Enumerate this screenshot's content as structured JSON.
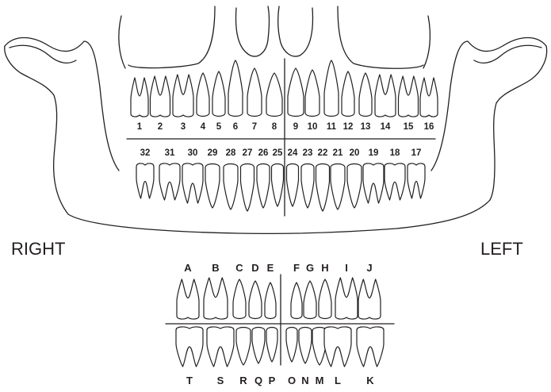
{
  "side_labels": {
    "right": "RIGHT",
    "left": "LEFT"
  },
  "permanent": {
    "upper": [
      "1",
      "2",
      "3",
      "4",
      "5",
      "6",
      "7",
      "8",
      "9",
      "10",
      "11",
      "12",
      "13",
      "14",
      "15",
      "16"
    ],
    "lower": [
      "32",
      "31",
      "30",
      "29",
      "28",
      "27",
      "26",
      "25",
      "24",
      "23",
      "22",
      "21",
      "20",
      "19",
      "18",
      "17"
    ]
  },
  "primary": {
    "upper": [
      "A",
      "B",
      "C",
      "D",
      "E",
      "F",
      "G",
      "H",
      "I",
      "J"
    ],
    "lower": [
      "T",
      "S",
      "R",
      "Q",
      "P",
      "O",
      "N",
      "M",
      "L",
      "K"
    ]
  },
  "colors": {
    "ink": "#231f20",
    "background": "#ffffff"
  }
}
